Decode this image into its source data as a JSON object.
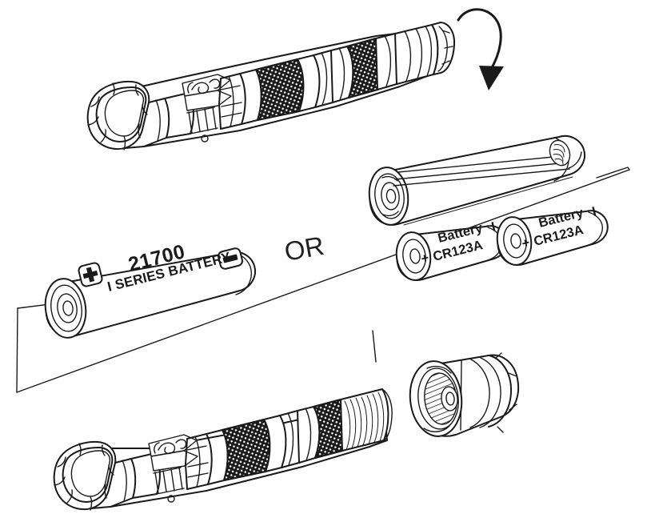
{
  "illustration": {
    "title": "Flashlight battery installation exploded diagram",
    "background_color": "#ffffff",
    "line_color": "#1a1a1a"
  },
  "labels": {
    "or": "OR",
    "battery_21700": {
      "model": "21700",
      "series": "I SERIES BATTERY",
      "positive_symbol": "+",
      "negative_symbol": "−"
    },
    "battery_cr123a_left": {
      "line1": "Battery",
      "line2": "CR123A",
      "positive_symbol": "+",
      "series_mark": "I"
    },
    "battery_cr123a_right": {
      "line1": "Battery",
      "line2": "CR123A",
      "positive_symbol": "+",
      "series_mark": "I"
    }
  },
  "parts": {
    "flashlight_top": "flashlight-body-with-tailcap",
    "flashlight_bottom": "flashlight-body-open-threads",
    "tail_cap": "tail-cap-detached",
    "battery_carrier": "battery-carrier-tube",
    "rotation_arrow": "unscrew-rotation-arrow",
    "bracket": "option-grouping-bracket"
  }
}
